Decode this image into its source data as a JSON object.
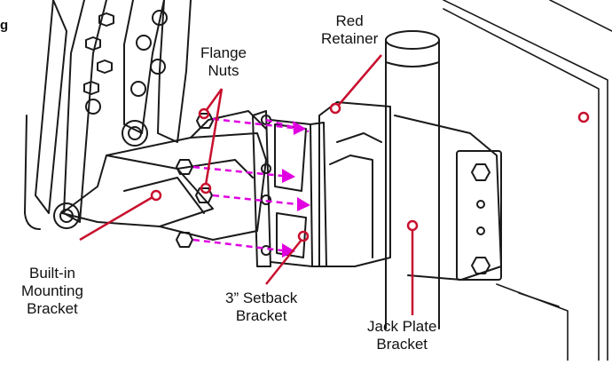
{
  "corner_text": "g",
  "labels": {
    "red_retainer": [
      "Red",
      "Retainer"
    ],
    "flange_nuts": [
      "Flange",
      "Nuts"
    ],
    "built_in": [
      "Built-in",
      "Mounting",
      "Bracket"
    ],
    "setback": [
      "3” Setback",
      "Bracket"
    ],
    "jack_plate": [
      "Jack Plate",
      "Bracket"
    ]
  },
  "colors": {
    "line": "#1a1a1a",
    "callout": "#c8102e",
    "arrow": "#e000e0"
  }
}
